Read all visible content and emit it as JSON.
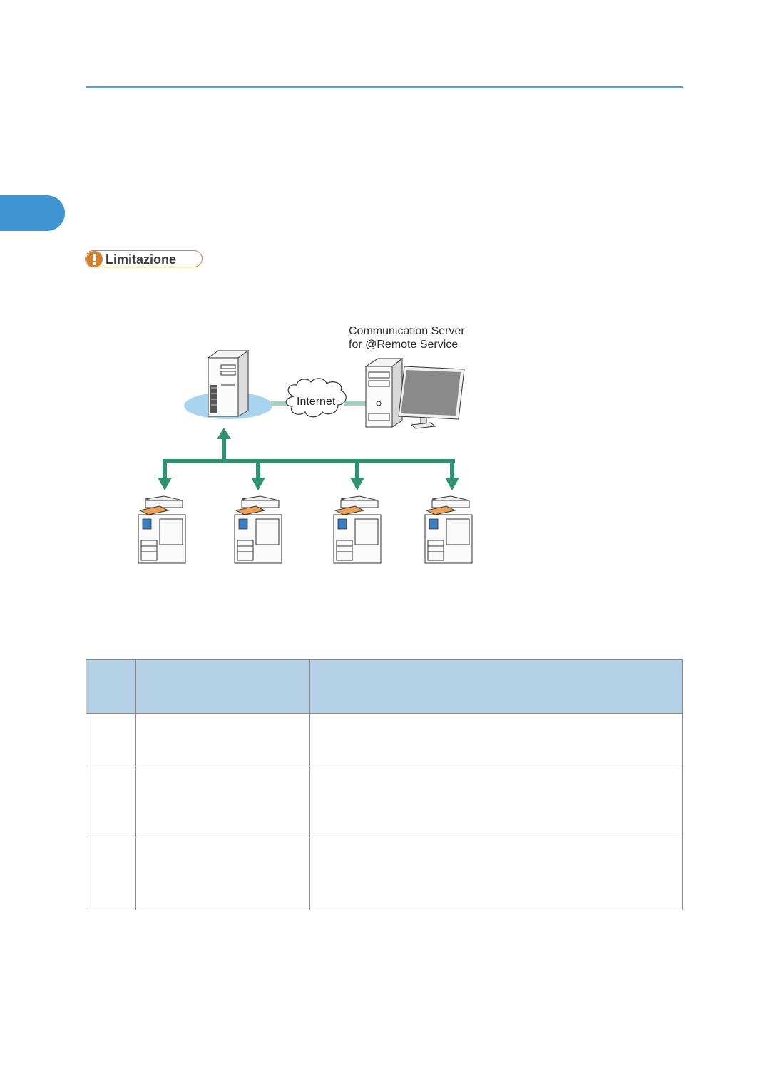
{
  "notice": {
    "label": "Limitazione"
  },
  "diagram": {
    "server_caption_line1": "Communication Server",
    "server_caption_line2": "for @Remote Service",
    "cloud_label": "Internet",
    "colors": {
      "network_arrow": "#2e9470",
      "link_line": "#a9cfc4",
      "lan_ellipse": "#a8d4f0"
    }
  },
  "table": {
    "header": [
      "",
      "",
      ""
    ],
    "rows": [
      [
        "",
        "",
        ""
      ],
      [
        "",
        "",
        ""
      ],
      [
        "",
        "",
        ""
      ]
    ]
  },
  "colors": {
    "accent": "#4aa3da",
    "chapter_tab": "#3f95d1",
    "table_header": "#b4d1e5",
    "notice_border": "#d0863a"
  }
}
